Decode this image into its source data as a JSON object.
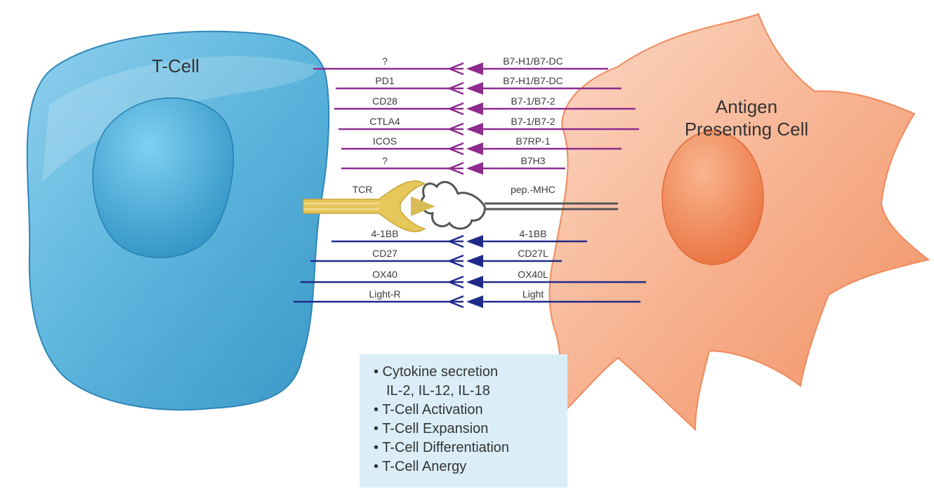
{
  "tcell_title": "T-Cell",
  "apc_title_line1": "Antigen",
  "apc_title_line2": "Presenting Cell",
  "inhibitory_pairs": [
    {
      "left": "?",
      "right": "B7-H1/B7-DC"
    },
    {
      "left": "PD1",
      "right": "B7-H1/B7-DC"
    },
    {
      "left": "CD28",
      "right": "B7-1/B7-2"
    },
    {
      "left": "CTLA4",
      "right": "B7-1/B7-2"
    },
    {
      "left": "ICOS",
      "right": "B7RP-1"
    },
    {
      "left": "?",
      "right": "B7H3"
    }
  ],
  "tcr_label": "TCR",
  "mhc_label": "pep.-MHC",
  "tnf_pairs": [
    {
      "left": "4-1BB",
      "right": "4-1BB"
    },
    {
      "left": "CD27",
      "right": "CD27L"
    },
    {
      "left": "OX40",
      "right": "OX40L"
    },
    {
      "left": "Light-R",
      "right": "Light"
    }
  ],
  "effects": [
    "• Cytokine secretion",
    "   IL-2, IL-12, IL-18",
    "• T-Cell Activation",
    "• T-Cell Expansion",
    "• T-Cell Differentiation",
    "• T-Cell Anergy"
  ],
  "colors": {
    "tcell": "#5bb4dc",
    "apc": "#f4a07a",
    "purple": "#8e2b8e",
    "navy": "#1f2a8a",
    "tcr": "#e6c75a",
    "mhc": "#555555"
  }
}
